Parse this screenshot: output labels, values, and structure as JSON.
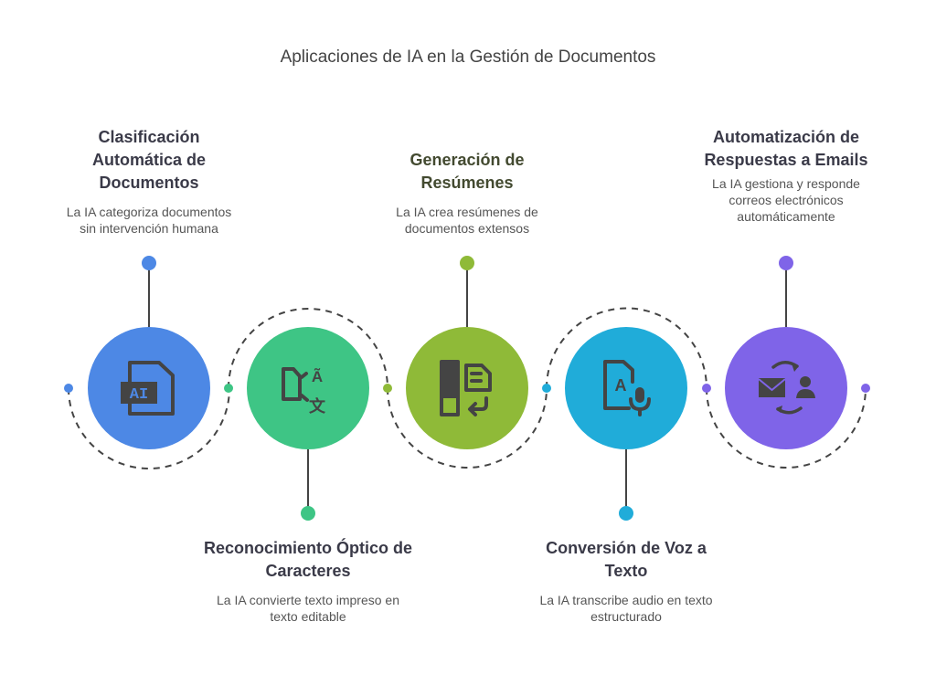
{
  "title": "Aplicaciones de IA en la Gestión de Documentos",
  "steps": [
    {
      "heading": "Clasificación Automática de Documentos",
      "description": "La IA categoriza documentos sin intervención humana",
      "color": "#4d88e5",
      "icon": "ai-file-icon"
    },
    {
      "heading": "Reconocimiento Óptico de Caracteres",
      "description": "La IA convierte texto impreso en texto editable",
      "color": "#3ec585",
      "icon": "translate-document-icon"
    },
    {
      "heading": "Generación de Resúmenes",
      "description": "La IA crea resúmenes de documentos extensos",
      "color": "#8fba38",
      "icon": "summary-document-icon"
    },
    {
      "heading": "Conversión de Voz a Texto",
      "description": "La IA transcribe audio en texto estructurado",
      "color": "#20acd9",
      "icon": "speech-to-text-icon"
    },
    {
      "heading": "Automatización de Respuestas a Emails",
      "description": "La IA gestiona y responde correos electrónicos automáticamente",
      "color": "#7f64e8",
      "icon": "email-automation-icon"
    }
  ]
}
